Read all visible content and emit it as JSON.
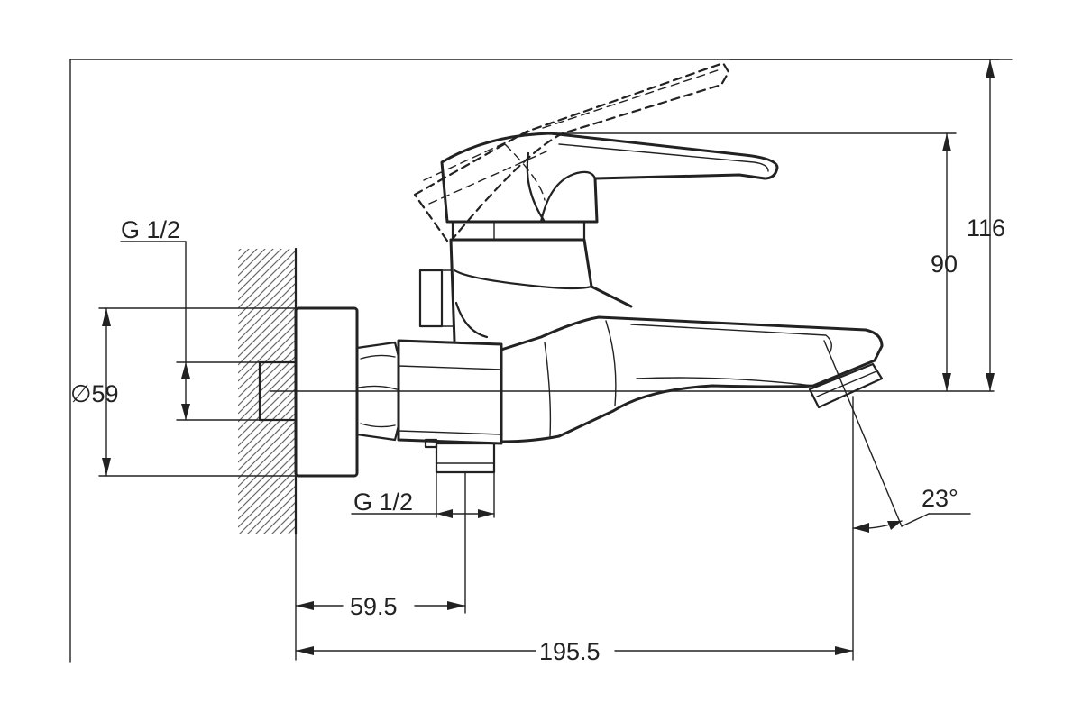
{
  "dimensions": {
    "inlet_thread": "G 1/2",
    "outlet_thread": "G 1/2",
    "flange_diameter": "∅59",
    "lever_height": "90",
    "total_height": "116",
    "spout_angle": "23°",
    "outlet_offset": "59.5",
    "total_length": "195.5"
  }
}
